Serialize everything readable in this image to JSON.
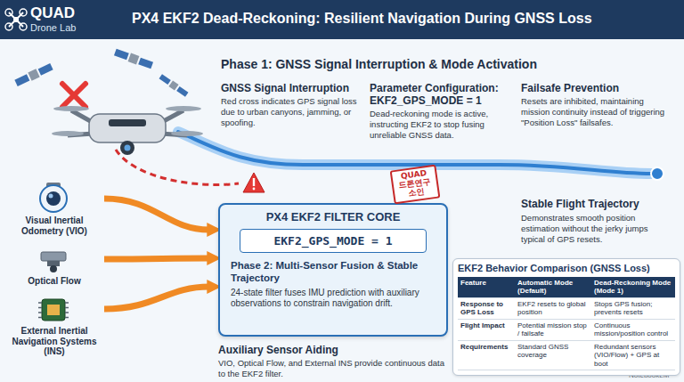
{
  "diagram": {
    "title": "PX4 EKF2 Dead-Reckoning: Resilient Navigation During GNSS Loss",
    "nodes": [
      {
        "text": [
          "Visual Inertial Odometry (VIO)"
        ]
      },
      {
        "text": [
          "Optical Flow"
        ]
      },
      {
        "text": [
          "External Inertial Navigation Systems (INS)"
        ]
      },
      {
        "text": [
          "PX4 EKF2 FILTER CORE",
          "Phase 2: Multi-Sensor Fusion & Stable Trajectory",
          "24-state filter fuses IMU prediction with auxiliary observations to constrain navigation drift."
        ]
      },
      {
        "text": [
          "EKF2_GPS_MODE = 1"
        ],
        "in": 3
      },
      {
        "text": [
          "QUAD",
          "드론연구소인"
        ]
      },
      {
        "text": [
          "EKF2 Behavior Comparison (GNSS Loss)"
        ]
      }
    ],
    "edges": [
      {
        "from": 0,
        "to": 3,
        "arrow": "to"
      },
      {
        "from": 1,
        "to": 3,
        "arrow": "to"
      },
      {
        "from": 2,
        "to": 3,
        "arrow": "to"
      }
    ],
    "labels": [
      "QUAD",
      "Drone Lab",
      "Phase 1: GNSS Signal Interruption & Mode Activation",
      "GNSS Signal Interruption",
      "Red cross indicates GPS signal loss due to urban canyons, jamming, or spoofing.",
      "Parameter Configuration: EKF2_GPS_MODE = 1",
      "Dead-reckoning mode is active, instructing EKF2 to stop fusing unreliable GNSS data.",
      "Failsafe Prevention",
      "Resets are inhibited, maintaining mission continuity instead of triggering \"Position Loss\" failsafes.",
      "Stable Flight Trajectory",
      "Demonstrates smooth position estimation without the jerky jumps typical of GPS resets.",
      "Auxiliary Sensor Aiding",
      "VIO, Optical Flow, and External INS provide continuous data to the EKF2 filter.",
      "Feature",
      "Automatic Mode (Default)",
      "Dead-Reckoning Mode (Mode 1)",
      "Response to GPS Loss",
      "EKF2 resets to global position",
      "Stops GPS fusion; prevents resets",
      "Flight Impact",
      "Potential mission stop / failsafe",
      "Continuous mission/position control",
      "Requirements",
      "Standard GNSS coverage",
      "Redundant sensors (VIO/Flow) + GPS at boot",
      "NotebookLM"
    ]
  }
}
